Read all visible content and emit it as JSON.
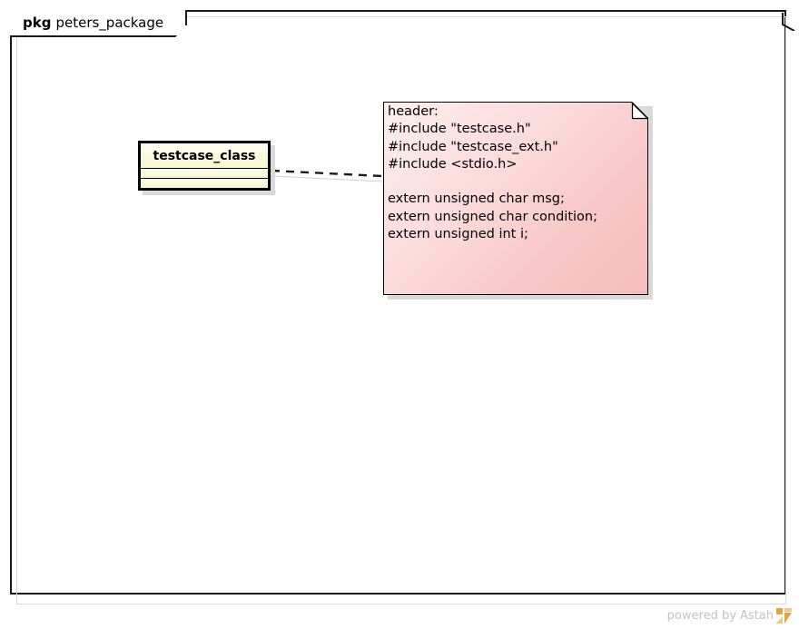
{
  "diagram": {
    "tool": "Astah",
    "type": "UML Class Diagram"
  },
  "package": {
    "keyword": "pkg",
    "name": "peters_package"
  },
  "class_element": {
    "name": "testcase_class",
    "attributes_compartment": "",
    "operations_compartment": "",
    "fill_color": "#fbfbdd",
    "border_color": "#000000"
  },
  "note_element": {
    "fill_color_light": "#fdeeee",
    "fill_color_dark": "#f6bcbc",
    "lines": [
      "header:",
      "#include \"testcase.h\"",
      "#include \"testcase_ext.h\"",
      "#include <stdio.h>",
      "",
      "extern unsigned char msg;",
      "extern unsigned char condition;",
      "extern unsigned int i;"
    ],
    "text": "header:\n#include \"testcase.h\"\n#include \"testcase_ext.h\"\n#include <stdio.h>\n\nextern unsigned char msg;\nextern unsigned char condition;\nextern unsigned int i;"
  },
  "connector": {
    "style": "dashed",
    "from": "testcase_class",
    "to": "note_element"
  },
  "watermark": {
    "label": "powered by Astah",
    "icon": "astah-logo-icon",
    "color": "#c2c2c2"
  }
}
